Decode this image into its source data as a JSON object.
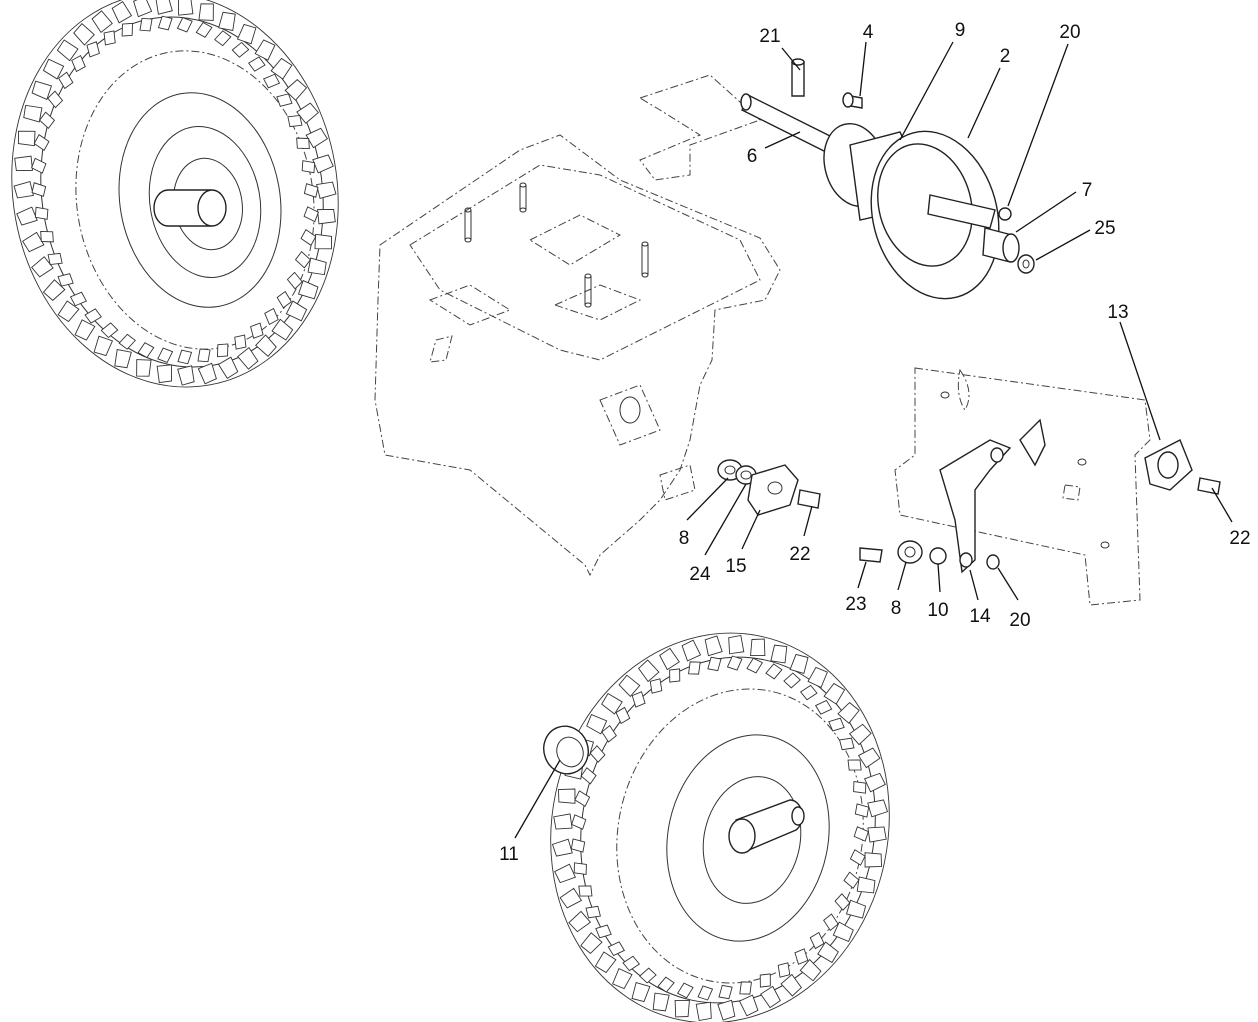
{
  "callouts": [
    {
      "id": "c21",
      "label": "21"
    },
    {
      "id": "c4",
      "label": "4"
    },
    {
      "id": "c9",
      "label": "9"
    },
    {
      "id": "c2",
      "label": "2"
    },
    {
      "id": "c20a",
      "label": "20"
    },
    {
      "id": "c6",
      "label": "6"
    },
    {
      "id": "c7",
      "label": "7"
    },
    {
      "id": "c25",
      "label": "25"
    },
    {
      "id": "c13",
      "label": "13"
    },
    {
      "id": "c22a",
      "label": "22"
    },
    {
      "id": "c8a",
      "label": "8"
    },
    {
      "id": "c24",
      "label": "24"
    },
    {
      "id": "c15",
      "label": "15"
    },
    {
      "id": "c22b",
      "label": "22"
    },
    {
      "id": "c23",
      "label": "23"
    },
    {
      "id": "c8b",
      "label": "8"
    },
    {
      "id": "c10",
      "label": "10"
    },
    {
      "id": "c14",
      "label": "14"
    },
    {
      "id": "c20b",
      "label": "20"
    },
    {
      "id": "c11",
      "label": "11"
    }
  ],
  "colors": {
    "line": "#222222",
    "background": "#ffffff"
  }
}
